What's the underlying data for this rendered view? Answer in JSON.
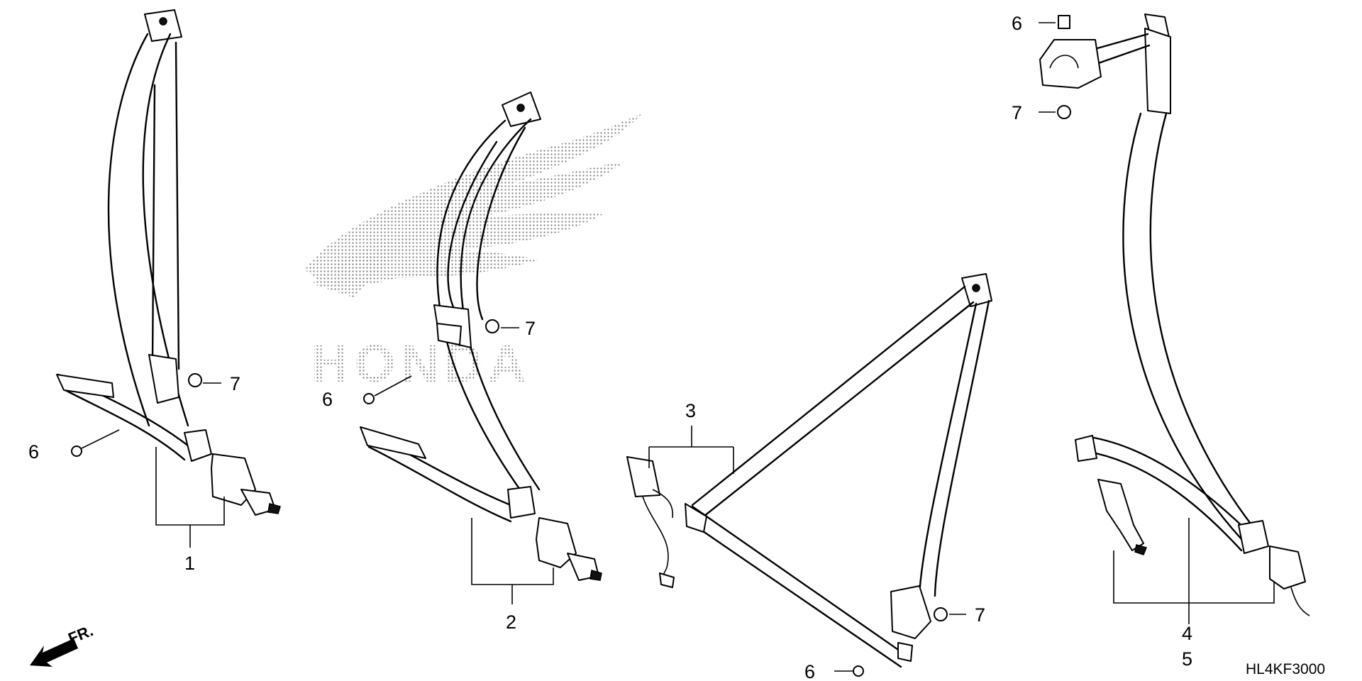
{
  "watermark": {
    "brand": "HONDA"
  },
  "callouts": {
    "c1": "1",
    "c2": "2",
    "c3": "3",
    "c4": "4",
    "c5": "5",
    "c6a": "6",
    "c6b": "6",
    "c6c": "6",
    "c6d": "6",
    "c7a": "7",
    "c7b": "7",
    "c7c": "7",
    "c7d": "7"
  },
  "direction": {
    "label": "FR."
  },
  "diagram_code": "HL4KF3000",
  "icons": {
    "direction": "front-direction-arrow-icon"
  }
}
